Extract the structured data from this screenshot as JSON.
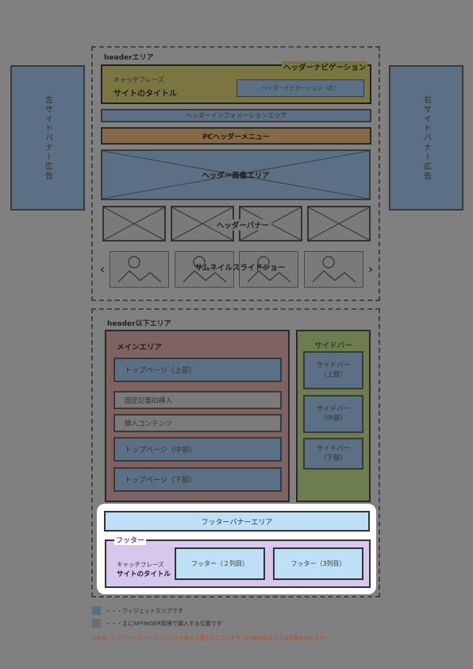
{
  "header_area": {
    "label": "headerエリア",
    "nav_label": "ヘッダーナビゲーション",
    "catchphrase": "キャッチフレーズ",
    "site_title": "サイトのタイトル",
    "nav_right": "ヘッダーナビゲーション（右）",
    "info_area": "ヘッダーインフォメーションエリア",
    "pc_menu": "PCヘッダーメニュー",
    "image_area": "ヘッダー画像エリア",
    "banner": "ヘッダーバナー",
    "slideshow": "サムネイルスライドショー",
    "arrow_left": "‹",
    "arrow_right": "›"
  },
  "side_banners": {
    "left": "左サイドバナー広告",
    "right": "右サイドバナー広告"
  },
  "below_area": {
    "label": "header以下エリア",
    "main_label": "メインエリア",
    "main_items": [
      "トップページ（上部）",
      "固定記事ID挿入",
      "挿入コンテンツ",
      "トップページ（中部）",
      "トップページ（下部）"
    ],
    "sidebar_label": "サイドバー",
    "sidebar_items": [
      "サイドバー\n（上部）",
      "サイドバー\n（中部）",
      "サイドバー\n（下部）"
    ]
  },
  "footer": {
    "banner_area": "フッターバナーエリア",
    "label": "フッター",
    "catchphrase": "キャッチフレーズ",
    "site_title": "サイトのタイトル",
    "col2": "フッター（２列目）",
    "col3": "フッター（3列目）"
  },
  "legend": {
    "widget": "・・・ウィジェットエリアです",
    "affinger": "・・・主にAFFINGER管理で挿入する位置です",
    "note": "※名称・レイアウトはバージョンにより異なる場合がございます（EX専用のエリアは掲載を含みます）"
  },
  "colors": {
    "background": "#808080",
    "widget_blue": "#5b7084",
    "header_olive": "#7b7541",
    "menu_brown": "#856945",
    "main_red": "#7f6262",
    "sidebar_green": "#6e7d50",
    "footer_lightblue": "#bde0f7",
    "footer_lavender": "#d6c8ec",
    "note_red": "#b84a2a"
  }
}
